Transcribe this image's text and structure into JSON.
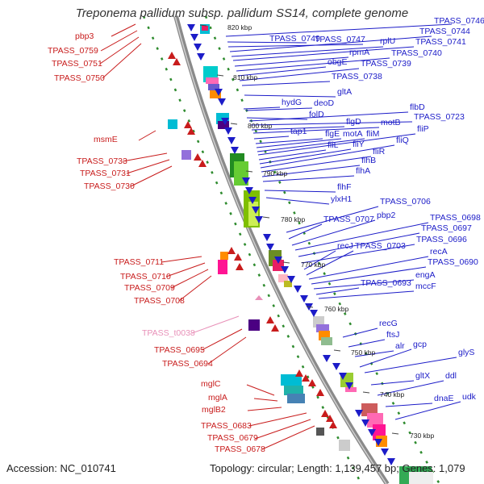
{
  "header": {
    "title": "Treponema pallidum subsp. pallidum SS14, complete genome"
  },
  "footer": {
    "accession": "Accession: NC_010741",
    "summary": "Topology: circular; Length: 1,139,457 bp; Genes: 1,079"
  },
  "colors": {
    "forward": "#1c1cc8",
    "reverse": "#c81c1c",
    "rna": "#e890b8",
    "backbone": "#8a8a8a",
    "dotted_track": "#2e8b2e"
  },
  "scale_labels": [
    "820 kbp",
    "810 kbp",
    "800 kbp",
    "790 kbp",
    "780 kbp",
    "770 kbp",
    "760 kbp",
    "750 kbp",
    "740 kbp",
    "730 kbp"
  ],
  "forward_genes": [
    "TPASS_0746",
    "TPASS_0749",
    "TPASS_0747",
    "TPASS_0744",
    "rplU",
    "TPASS_0741",
    "rpmA",
    "TPASS_0740",
    "obgE",
    "TPASS_0739",
    "TPASS_0738",
    "gltA",
    "hydG",
    "deoD",
    "folD",
    "flbD",
    "TPASS_0723",
    "flgD",
    "motB",
    "tap1",
    "flgE",
    "motA",
    "fliM",
    "fliP",
    "fliL",
    "fliY",
    "fliQ",
    "fliR",
    "flhB",
    "flhA",
    "flhF",
    "ylxH1",
    "TPASS_0706",
    "TPASS_0707",
    "pbp2",
    "TPASS_0698",
    "TPASS_0697",
    "TPASS_0696",
    "recJ",
    "TPASS_0703",
    "recA",
    "TPASS_0690",
    "engA",
    "TPASS_0693",
    "mccF",
    "recG",
    "ftsJ",
    "alr",
    "gcp",
    "glyS",
    "gltX",
    "ddl",
    "dnaE",
    "udk"
  ],
  "reverse_genes": [
    "pbp3",
    "TPASS_0759",
    "TPASS_0751",
    "TPASS_0750",
    "msmE",
    "TPASS_0733",
    "TPASS_0731",
    "TPASS_0730",
    "TPASS_0711",
    "TPASS_0710",
    "TPASS_0709",
    "TPASS_0708",
    "TPASS_0695",
    "TPASS_0694",
    "mglC",
    "mglA",
    "mglB2",
    "TPASS_0683",
    "TPASS_0679",
    "TPASS_0678"
  ],
  "rna_genes": [
    "TPASS_t0038"
  ]
}
